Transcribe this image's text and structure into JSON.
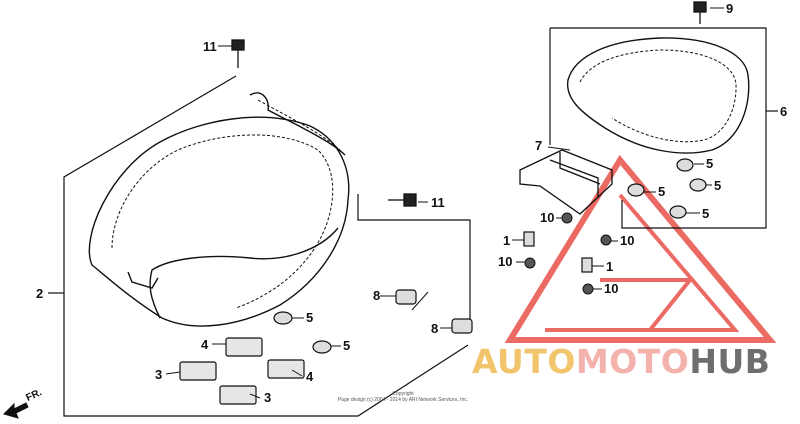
{
  "callouts": {
    "c1_a": "1",
    "c1_b": "1",
    "c2": "2",
    "c3_a": "3",
    "c3_b": "3",
    "c4_a": "4",
    "c4_b": "4",
    "c5_a": "5",
    "c5_b": "5",
    "c5_c": "5",
    "c5_d": "5",
    "c5_e": "5",
    "c5_f": "5",
    "c6": "6",
    "c7": "7",
    "c8_a": "8",
    "c8_b": "8",
    "c9": "9",
    "c10_a": "10",
    "c10_b": "10",
    "c10_c": "10",
    "c10_d": "10",
    "c11_a": "11",
    "c11_b": "11"
  },
  "front_marker": "FR.",
  "copyright": {
    "line1": "Copyright",
    "line2": "Page design (c) 2004 - 2014 by ARI Network Services, Inc."
  },
  "watermark": {
    "part1": "AUTO",
    "part2": "MOTO",
    "part3": "HUB",
    "colors": {
      "auto": "#f2c56c",
      "moto": "#f4b2ac",
      "hub": "#6e6e6e",
      "triangle": "#e8524a"
    }
  }
}
